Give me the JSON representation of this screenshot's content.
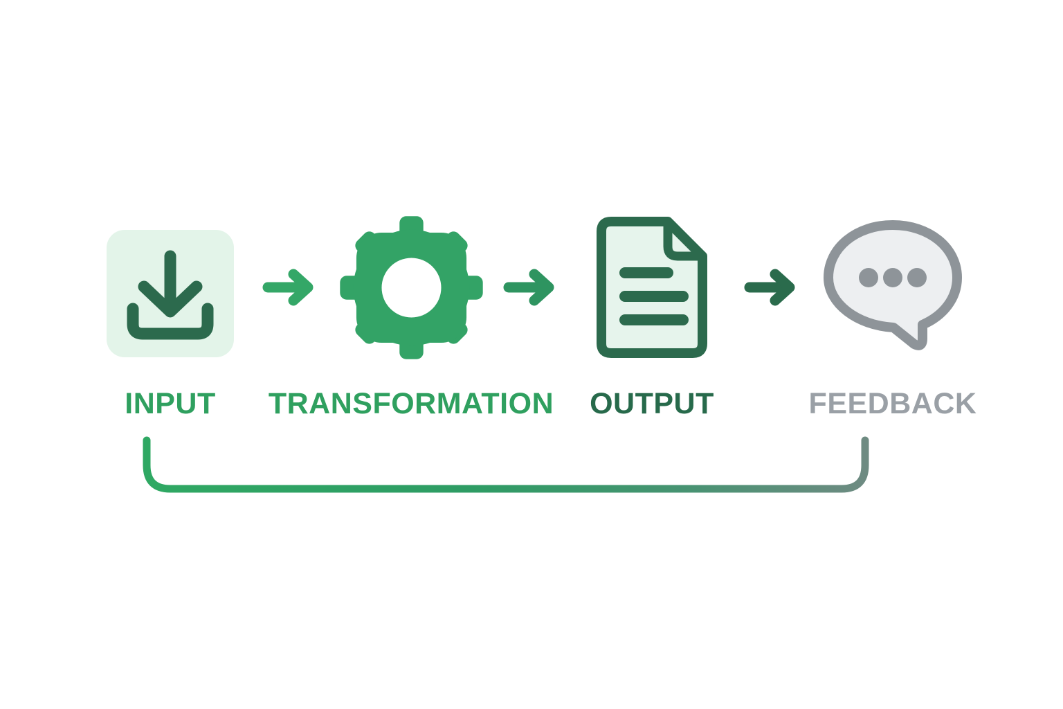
{
  "diagram": {
    "title": "Input Transformation Output Feedback Process Loop",
    "background": "#ffffff",
    "stages": [
      {
        "id": "input",
        "label": "INPUT",
        "label_color": "#2FA05F",
        "icon_name": "download-input-icon",
        "icon_style": "filled-tile",
        "tile_fill": "#E3F4E9",
        "stroke_color": "#2C6A4D"
      },
      {
        "id": "transformation",
        "label": "TRANSFORMATION",
        "label_color": "#2FA05F",
        "icon_name": "gear-icon",
        "icon_style": "solid",
        "fill_color": "#33A366",
        "teeth": 8
      },
      {
        "id": "output",
        "label": "OUTPUT",
        "label_color": "#276A4B",
        "icon_name": "document-icon",
        "icon_style": "outlined",
        "fill_color": "#E6F4EC",
        "stroke_color": "#2C6A4D",
        "text_lines": 3
      },
      {
        "id": "feedback",
        "label": "FEEDBACK",
        "label_color": "#9AA0A6",
        "icon_name": "speech-bubble-icon",
        "icon_style": "outlined",
        "fill_color": "#EDEFF1",
        "stroke_color": "#8E9499",
        "dots": 3
      }
    ],
    "arrows": [
      {
        "id": "arrow-input-to-transformation",
        "name": "arrow-right-icon",
        "color": "#34A767"
      },
      {
        "id": "arrow-transformation-to-output",
        "name": "arrow-right-icon",
        "color": "#2E9460"
      },
      {
        "id": "arrow-output-to-feedback",
        "name": "arrow-right-icon",
        "color": "#2A6B4C"
      }
    ],
    "feedback_loop": {
      "name": "feedback-loop-curve",
      "description": "Curved line running from below INPUT to below FEEDBACK",
      "start_color": "#2FA863",
      "end_color": "#6E8B82",
      "stroke_width": 11
    }
  }
}
